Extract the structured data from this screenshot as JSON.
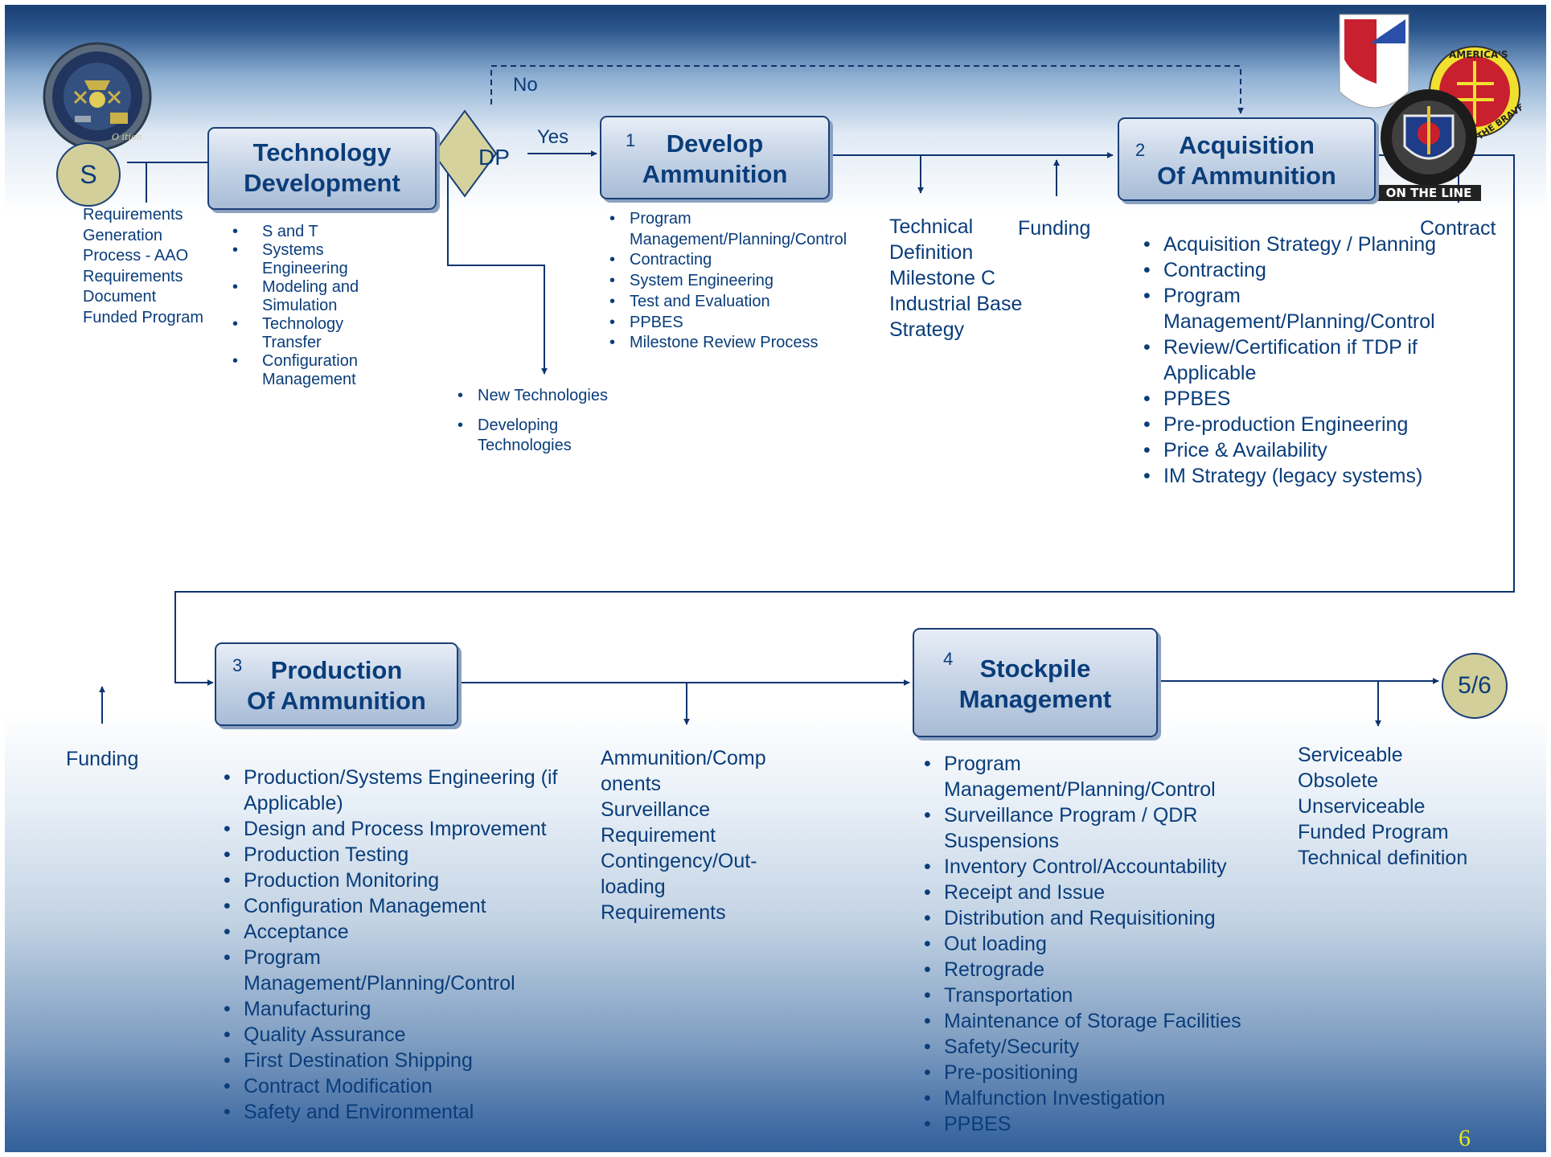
{
  "start": {
    "label": "S"
  },
  "end": {
    "label": "5/6"
  },
  "decision": {
    "label": "DP",
    "yes": "Yes",
    "no": "No"
  },
  "tech_dev": {
    "title_lines": [
      "Technology",
      "Development"
    ],
    "items": [
      "S and T",
      "Systems Engineering",
      "Modeling and Simulation",
      "Technology Transfer",
      "Configuration Management"
    ]
  },
  "requirements": {
    "lines": [
      "Requirements",
      "Generation",
      "Process - AAO",
      "Requirements",
      "Document",
      "Funded Program"
    ]
  },
  "new_tech": {
    "items": [
      "New Technologies",
      "Developing Technologies"
    ]
  },
  "develop": {
    "number": "1",
    "title_lines": [
      "Develop",
      "Ammunition"
    ],
    "items": [
      "Program Management/Planning/Control",
      "Contracting",
      "System Engineering",
      "Test and Evaluation",
      "PPBES",
      "Milestone Review Process"
    ]
  },
  "tech_def": {
    "lines": [
      "Technical",
      "Definition",
      "Milestone C",
      "Industrial Base",
      "Strategy"
    ]
  },
  "funding_top": "Funding",
  "contract": "Contract",
  "acquisition": {
    "number": "2",
    "title_lines": [
      "Acquisition",
      "Of Ammunition"
    ],
    "items": [
      "Acquisition Strategy / Planning",
      "Contracting",
      "Program Management/Planning/Control",
      "Review/Certification if TDP if Applicable",
      "PPBES",
      "Pre-production Engineering",
      "Price & Availability",
      "IM Strategy (legacy systems)"
    ]
  },
  "production": {
    "number": "3",
    "title_lines": [
      "Production",
      "Of Ammunition"
    ],
    "items": [
      "Production/Systems Engineering (if Applicable)",
      "Design and Process Improvement",
      "Production Testing",
      "Production Monitoring",
      "Configuration Management",
      "Acceptance",
      "Program Management/Planning/Control",
      "Manufacturing",
      "Quality Assurance",
      "First Destination Shipping",
      "Contract Modification",
      "Safety and Environmental"
    ]
  },
  "funding_bottom": "Funding",
  "ammo_components": {
    "lines": [
      "Ammunition/Comp",
      "onents",
      "Surveillance",
      "Requirement",
      "Contingency/Out-",
      "loading",
      "Requirements"
    ]
  },
  "stockpile": {
    "number": "4",
    "title_lines": [
      "Stockpile",
      "Management"
    ],
    "items": [
      "Program Management/Planning/Control",
      "Surveillance Program / QDR Suspensions",
      "Inventory Control/Accountability",
      "Receipt and Issue",
      "Distribution and Requisitioning",
      "Out loading",
      "Retrograde",
      "Transportation",
      "Maintenance of Storage Facilities",
      "Safety/Security",
      "Pre-positioning",
      "Malfunction Investigation",
      "PPBES"
    ]
  },
  "outcomes": {
    "lines": [
      "Serviceable",
      "Obsolete",
      "Unserviceable",
      "Funded Program",
      "Technical definition"
    ]
  },
  "logos": {
    "left_emblem_text": "O ition",
    "right_badge_text": "ON THE LINE",
    "right_seal_text_top": "AMERICA'S",
    "right_seal_text_bottom": "THE BRAVE"
  },
  "colors": {
    "line": "#0d3470",
    "box_border": "#1b3f78",
    "circle_fill": "#d3cf9a",
    "diamond_fill": "#d6d29d",
    "text": "#0a3d7a",
    "page_number": "#e8e81a"
  },
  "page_number": "6"
}
